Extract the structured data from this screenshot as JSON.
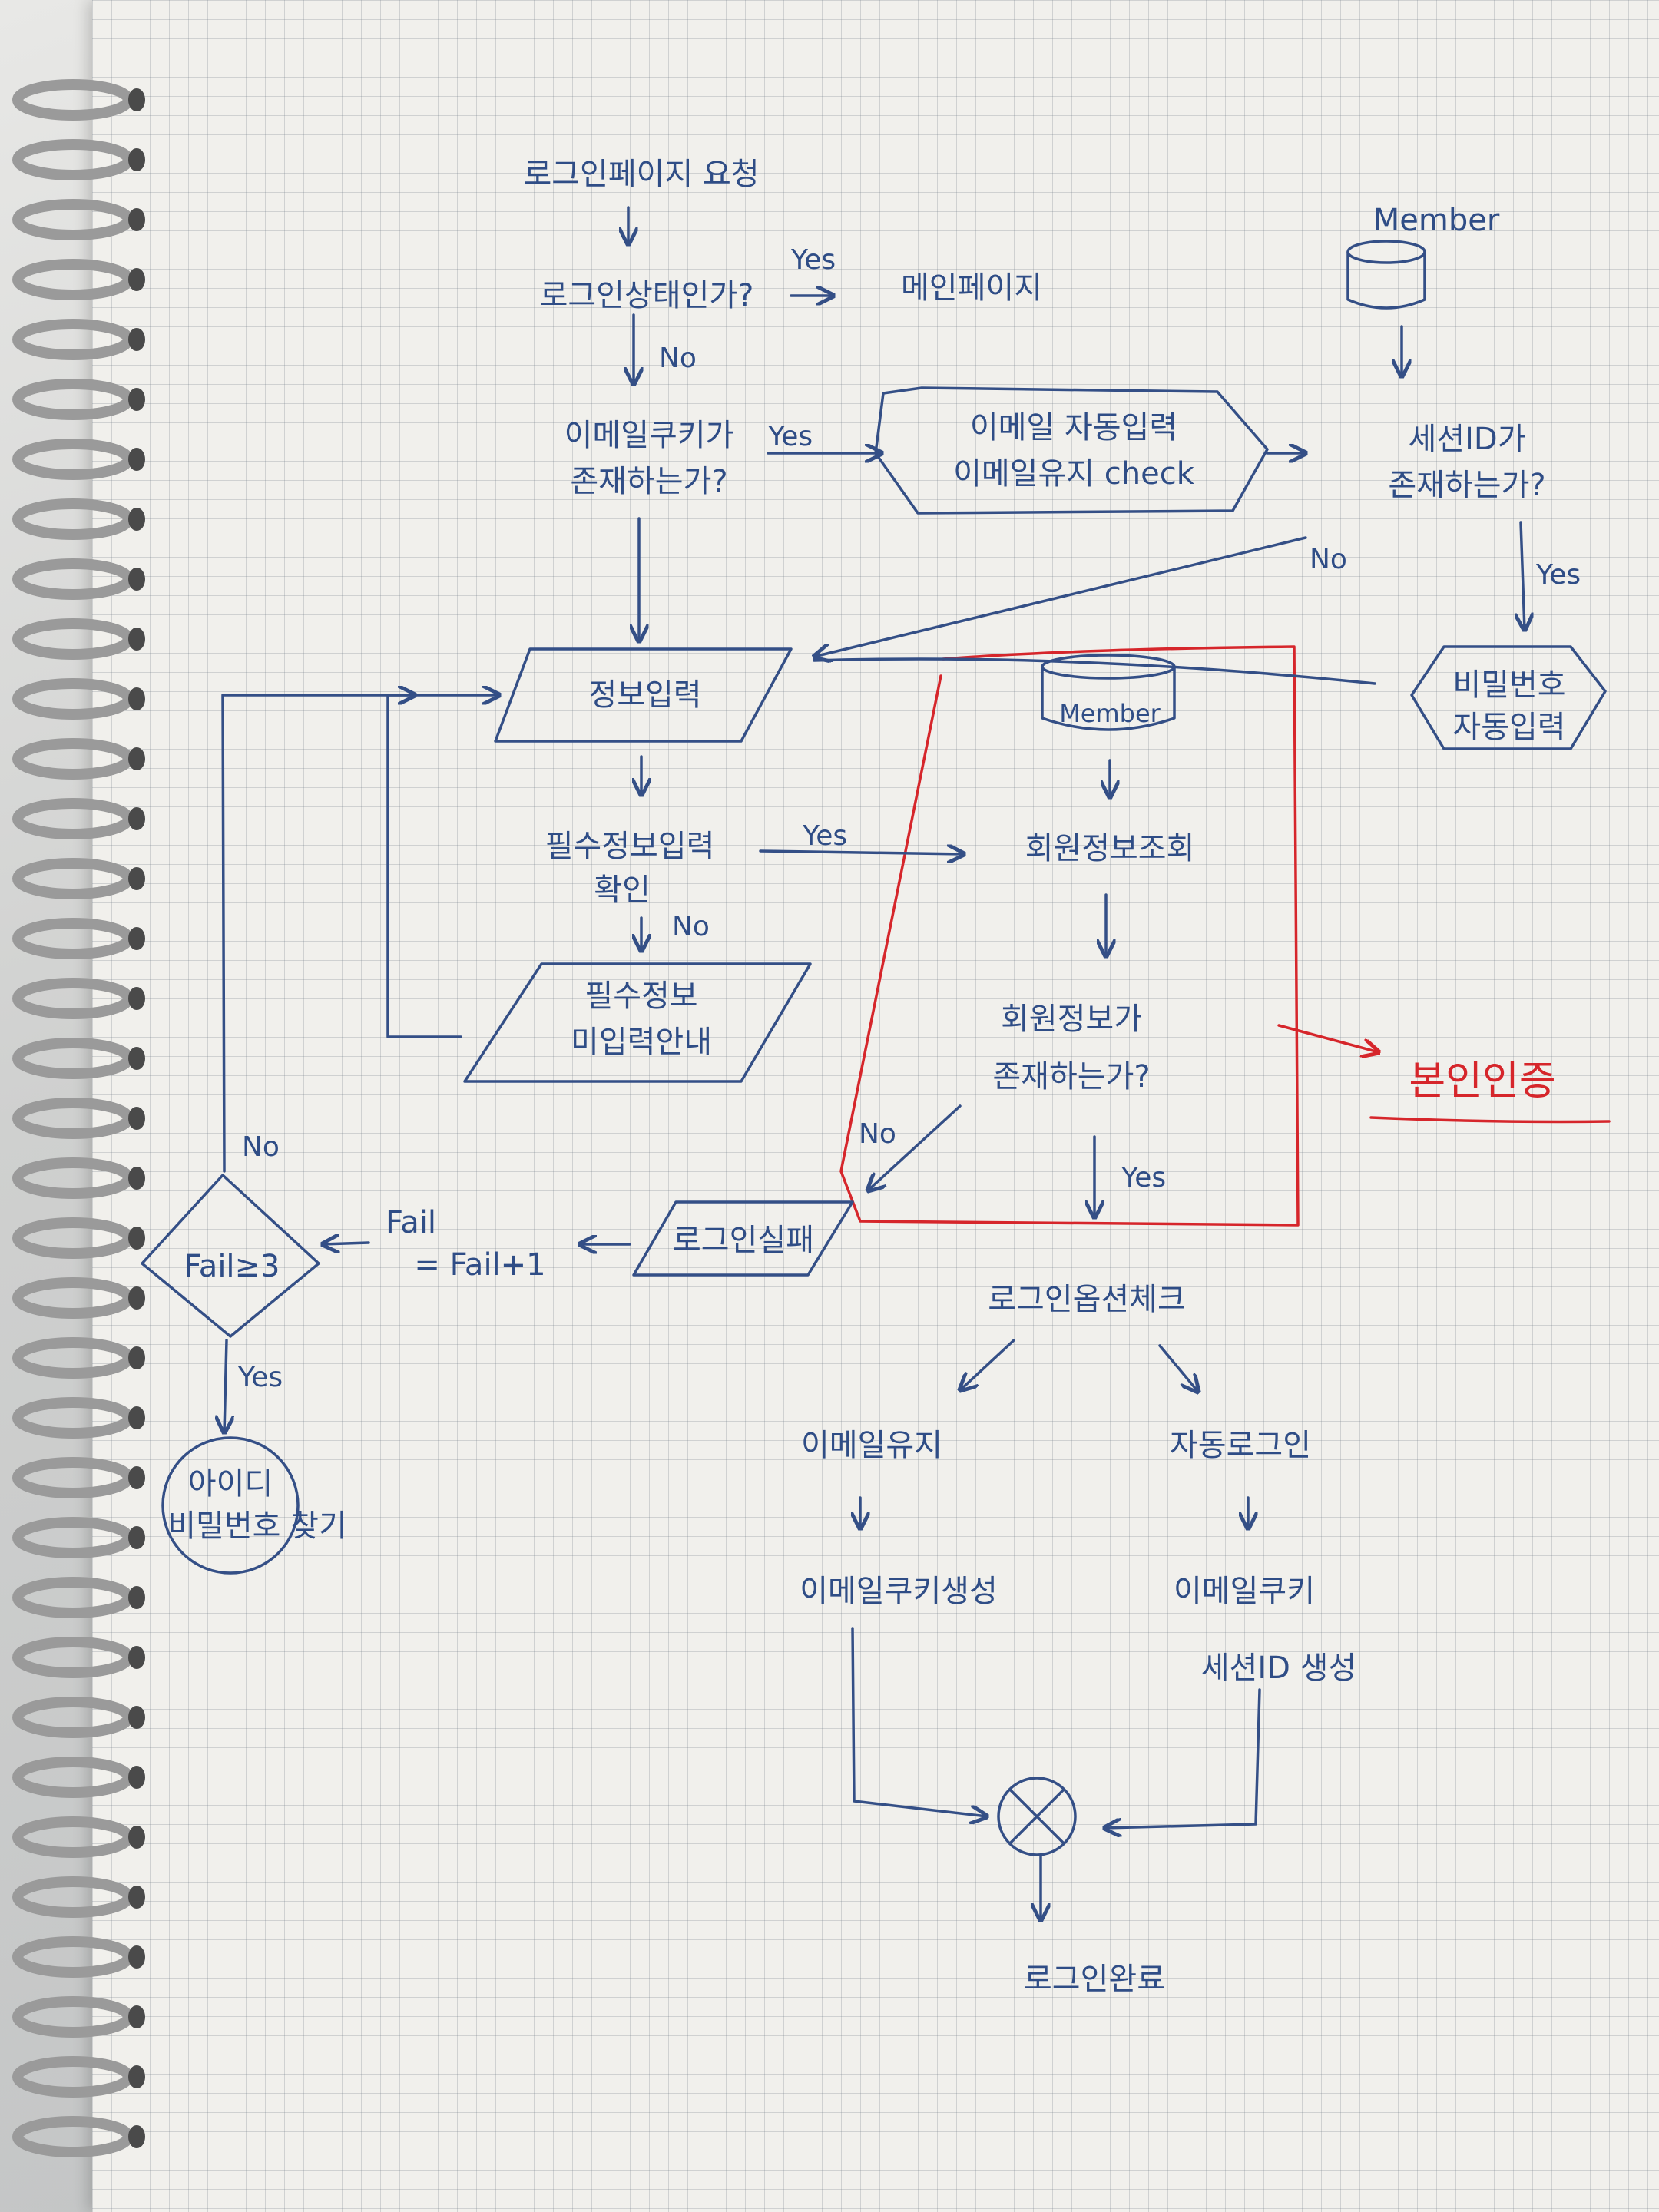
{
  "flowchart": {
    "nodes": {
      "login_page_request": "로그인페이지 요청",
      "is_logged_in": "로그인상태인가?",
      "main_page": "메인페이지",
      "email_cookie_exists": [
        "이메일쿠키가",
        "존재하는가?"
      ],
      "email_autofill": [
        "이메일 자동입력",
        "이메일유지 check"
      ],
      "member_db_top": "Member",
      "session_id_exists": [
        "세션ID가",
        "존재하는가?"
      ],
      "password_autofill": [
        "비밀번호",
        "자동입력"
      ],
      "input_info": "정보입력",
      "check_required": [
        "필수정보입력",
        "확인"
      ],
      "required_not_entered": [
        "필수정보",
        "미입력안내"
      ],
      "member_db_mid": "Member",
      "member_lookup": "회원정보조회",
      "member_exists": [
        "회원정보가",
        "존재하는가?"
      ],
      "identity_verification": "본인인증",
      "login_fail": "로그인실패",
      "fail_increment": [
        "Fail",
        "= Fail+1"
      ],
      "fail_check": "Fail≥3",
      "find_id_pw": [
        "아이디",
        "비밀번호 찾기"
      ],
      "login_option_check": "로그인옵션체크",
      "keep_email": "이메일유지",
      "auto_login": "자동로그인",
      "create_email_cookie": "이메일쿠키생성",
      "create_cookie_session": [
        "이메일쿠키",
        "세션ID 생성"
      ],
      "login_complete": "로그인완료"
    },
    "edge_labels": {
      "yes": "Yes",
      "no": "No"
    }
  }
}
